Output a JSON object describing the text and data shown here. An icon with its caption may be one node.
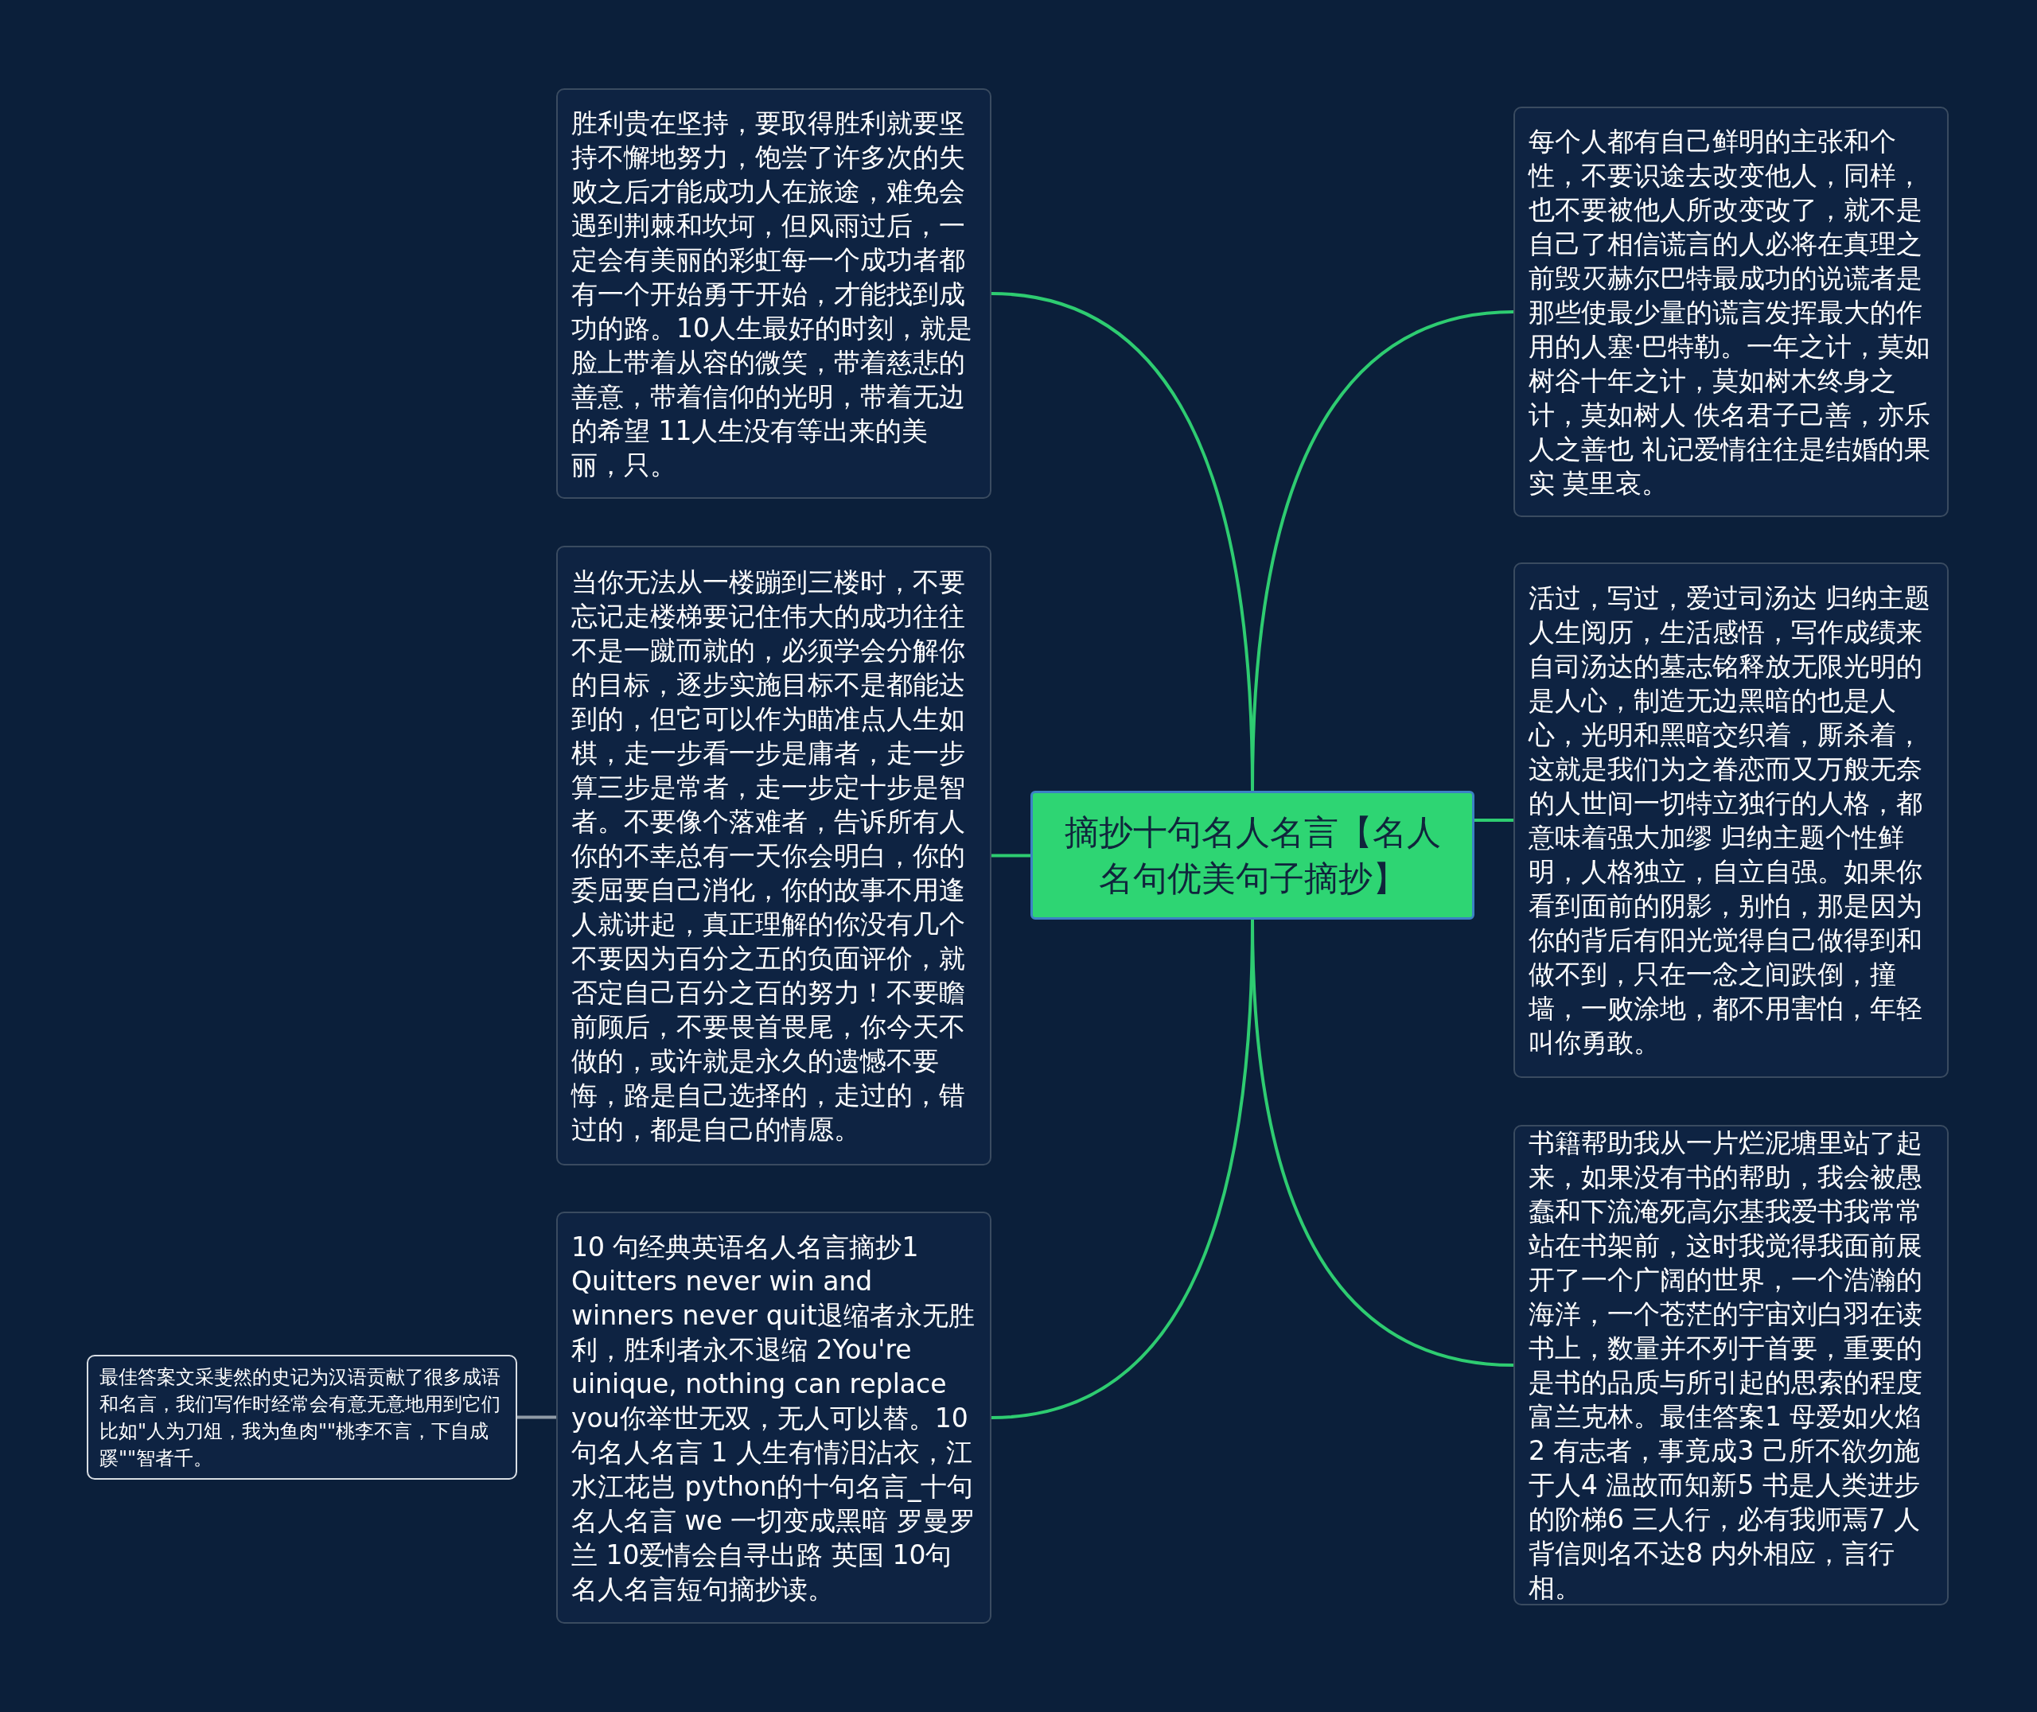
{
  "diagram": {
    "nodes": [
      {
        "text": [
          "摘抄十句名人名言【名人名句优美句子摘抄】"
        ]
      },
      {
        "text": [
          "胜利贵在坚持，要取得胜利就要坚持不懈地努力，饱尝了许多次的失败之后才能成功人在旅途，难免会遇到荆棘和坎坷，但风雨过后，一定会有美丽的彩虹每一个成功者都有一个开始勇于开始，才能找到成功的路。10人生最好的时刻，就是脸上带着从容的微笑，带着慈悲的善意，带着信仰的光明，带着无边的希望 11人生没有等出来的美丽，只。"
        ]
      },
      {
        "text": [
          "当你无法从一楼蹦到三楼时，不要忘记走楼梯要记住伟大的成功往往不是一蹴而就的，必须学会分解你的目标，逐步实施目标不是都能达到的，但它可以作为瞄准点人生如棋，走一步看一步是庸者，走一步算三步是常者，走一步定十步是智者。不要像个落难者，告诉所有人你的不幸总有一天你会明白，你的委屈要自己消化，你的故事不用逢人就讲起，真正理解的你没有几个不要因为百分之五的负面评价，就否定自己百分之百的努力！不要瞻前顾后，不要畏首畏尾，你今天不做的，或许就是永久的遗憾不要悔，路是自己选择的，走过的，错过的，都是自己的情愿。"
        ]
      },
      {
        "text": [
          "10 句经典英语名人名言摘抄1 Quitters never win and winners never quit退缩者永无胜利，胜利者永不退缩 2You're uinique, nothing can replace you你举世无双，无人可以替。10 句名人名言 1 人生有情泪沾衣，江水江花岂 python的十句名言_十句名人名言 we 一切变成黑暗 罗曼罗兰 10爱情会自寻出路 英国 10句名人名言短句摘抄读。"
        ]
      },
      {
        "text": [
          "最佳答案文采斐然的史记为汉语贡献了很多成语和名言，我们写作时经常会有意无意地用到它们比如\"人为刀俎，我为鱼肉\"\"桃李不言，下自成蹊\"\"智者千。"
        ]
      },
      {
        "text": [
          "每个人都有自己鲜明的主张和个性，不要识途去改变他人，同样，也不要被他人所改变改了，就不是自己了相信谎言的人必将在真理之前毁灭赫尔巴特最成功的说谎者是那些使最少量的谎言发挥最大的作用的人塞·巴特勒。一年之计，莫如树谷十年之计，莫如树木终身之计，莫如树人 佚名君子己善，亦乐人之善也 礼记爱情往往是结婚的果实 莫里哀。"
        ]
      },
      {
        "text": [
          "活过，写过，爱过司汤达 归纳主题人生阅历，生活感悟，写作成绩来自司汤达的墓志铭释放无限光明的是人心，制造无边黑暗的也是人心，光明和黑暗交织着，厮杀着，这就是我们为之眷恋而又万般无奈的人世间一切特立独行的人格，都意味着强大加缪 归纳主题个性鲜明，人格独立，自立自强。如果你看到面前的阴影，别怕，那是因为你的背后有阳光觉得自己做得到和做不到，只在一念之间跌倒，撞墙，一败涂地，都不用害怕，年轻叫你勇敢。"
        ]
      },
      {
        "text": [
          "书籍帮助我从一片烂泥塘里站了起来，如果没有书的帮助，我会被愚蠢和下流淹死高尔基我爱书我常常站在书架前，这时我觉得我面前展开了一个广阔的世界，一个浩瀚的海洋，一个苍茫的宇宙刘白羽在读书上，数量并不列于首要，重要的是书的品质与所引起的思索的程度富兰克林。最佳答案1 母爱如火焰2 有志者，事竟成3 己所不欲勿施于人4 温故而知新5 书是人类进步的阶梯6 三人行，必有我师焉7 人背信则名不达8 内外相应，言行相。"
        ]
      }
    ],
    "edges": [
      {
        "from": 0,
        "to": 1,
        "arrow": "none"
      },
      {
        "from": 0,
        "to": 2,
        "arrow": "none"
      },
      {
        "from": 0,
        "to": 3,
        "arrow": "none"
      },
      {
        "from": 0,
        "to": 5,
        "arrow": "none"
      },
      {
        "from": 0,
        "to": 6,
        "arrow": "none"
      },
      {
        "from": 0,
        "to": 7,
        "arrow": "none"
      },
      {
        "from": 3,
        "to": 4,
        "arrow": "none",
        "color": "#8f9aa6"
      }
    ]
  }
}
